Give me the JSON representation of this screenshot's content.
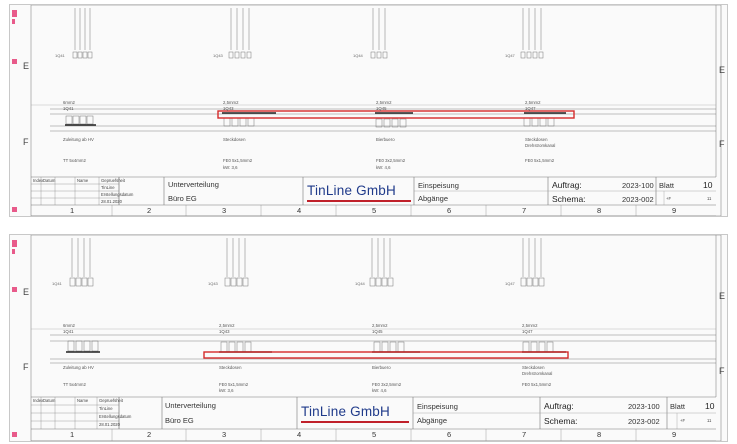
{
  "rows": {
    "E": "E",
    "F": "F"
  },
  "cols": [
    "1",
    "2",
    "3",
    "4",
    "5",
    "6",
    "7",
    "8",
    "9"
  ],
  "devices": [
    {
      "tag": "1Q41",
      "size": "6mm2",
      "tag2": "1Q41",
      "desc": "Zuleitung ab HV",
      "cable": "TT 5x4mm2",
      "cable2": ""
    },
    {
      "tag": "1Q43",
      "size": "2,5mm2",
      "tag2": "1Q43",
      "desc": "Steckdosen",
      "cable": "FE0 5x1,5mm2",
      "cable2": "kW: 3,6"
    },
    {
      "tag": "1Q44",
      "size": "2,5mm2",
      "tag2": "1Q45",
      "desc": "Bierbuero",
      "cable": "FE0 3x2,5mm2",
      "cable2": "kW: 4,6"
    },
    {
      "tag": "1Q47",
      "size": "2,5mm2",
      "tag2": "1Q47",
      "desc": "Steckdosen",
      "desc2": "Drehstromkanal",
      "cable": "FE0 5x1,5mm2",
      "cable2": ""
    }
  ],
  "panels": [
    {
      "title_block": {
        "index": "Index",
        "datum": "Datum",
        "name": "Name",
        "meta1": "Gepruefsheit",
        "meta2": "TinLine",
        "meta3": "Erstellungsdatum",
        "meta4": "28.01.2020",
        "unterverteilung": "Unterverteilung",
        "buero": "Büro EG",
        "company": "TinLine GmbH",
        "einspeisung": "Einspeisung",
        "abgaenge": "Abgänge",
        "auftrag_label": "Auftrag:",
        "auftrag_value": "2023-100",
        "schema_label": "Schema:",
        "schema_value": "2023-002",
        "blatt_label": "Blatt",
        "blatt_value": "10",
        "blatt_sub": "11",
        "schema_small": "+F"
      }
    },
    {
      "title_block": {
        "index": "Index",
        "datum": "Datum",
        "name": "Name",
        "meta1": "Gepruefsheit",
        "meta2": "TinLine",
        "meta3": "Erstellungsdatum",
        "meta4": "28.01.2020",
        "unterverteilung": "Unterverteilung",
        "buero": "Büro EG",
        "company": "TinLine GmbH",
        "einspeisung": "Einspeisung",
        "abgaenge": "Abgänge",
        "auftrag_label": "Auftrag:",
        "auftrag_value": "2023-100",
        "schema_label": "Schema:",
        "schema_value": "2023-002",
        "blatt_label": "Blatt",
        "blatt_value": "10",
        "blatt_sub": "11",
        "schema_small": "+F"
      }
    }
  ],
  "colors": {
    "highlight": "#d42a2a",
    "logo": "#1f3a8a",
    "logo_underline": "#c0202a",
    "margin_mark": "#e85a8a"
  }
}
